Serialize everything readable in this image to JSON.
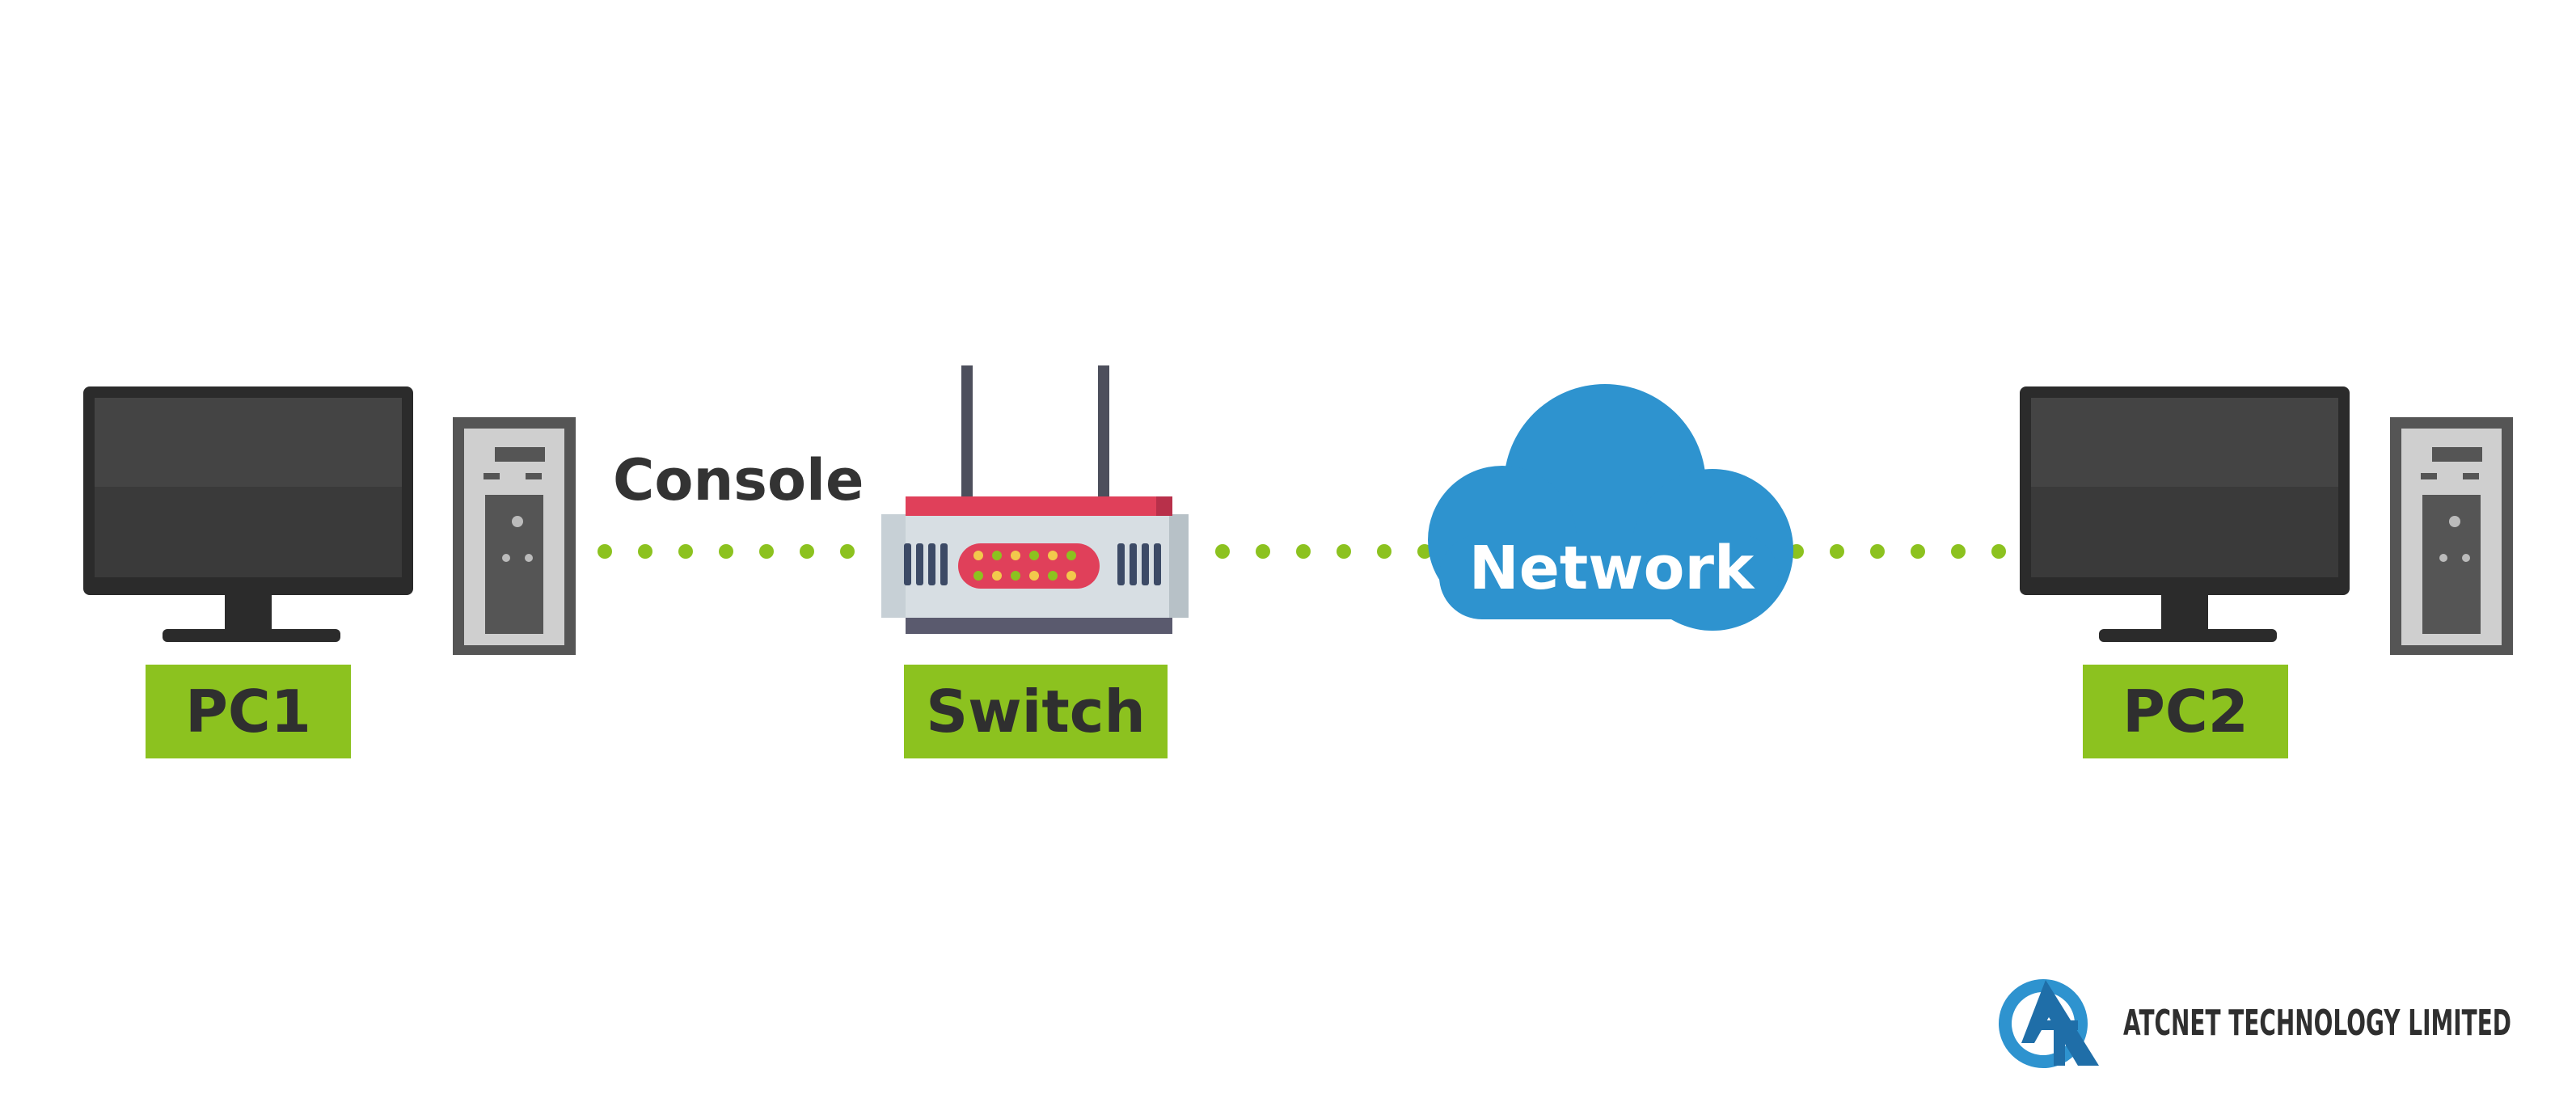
{
  "colors": {
    "link_dot": "#8cc21f",
    "label_bg": "#8cc21f",
    "cloud": "#2e93cf",
    "logo_blue": "#2e93cf"
  },
  "nodes": {
    "pc1": {
      "label": "PC1",
      "icon": "desktop-computer-icon"
    },
    "switch": {
      "label": "Switch",
      "icon": "switch-router-icon"
    },
    "network": {
      "label": "Network",
      "icon": "cloud-icon"
    },
    "pc2": {
      "label": "PC2",
      "icon": "desktop-computer-icon"
    }
  },
  "links": [
    {
      "from": "pc1",
      "to": "switch",
      "label": "Console",
      "style": "dotted"
    },
    {
      "from": "switch",
      "to": "network",
      "label": "",
      "style": "dotted"
    },
    {
      "from": "network",
      "to": "pc2",
      "label": "",
      "style": "dotted"
    }
  ],
  "branding": {
    "company": "ATCNET TECHNOLOGY LIMITED",
    "logo_icon": "atcnet-logo-icon"
  }
}
